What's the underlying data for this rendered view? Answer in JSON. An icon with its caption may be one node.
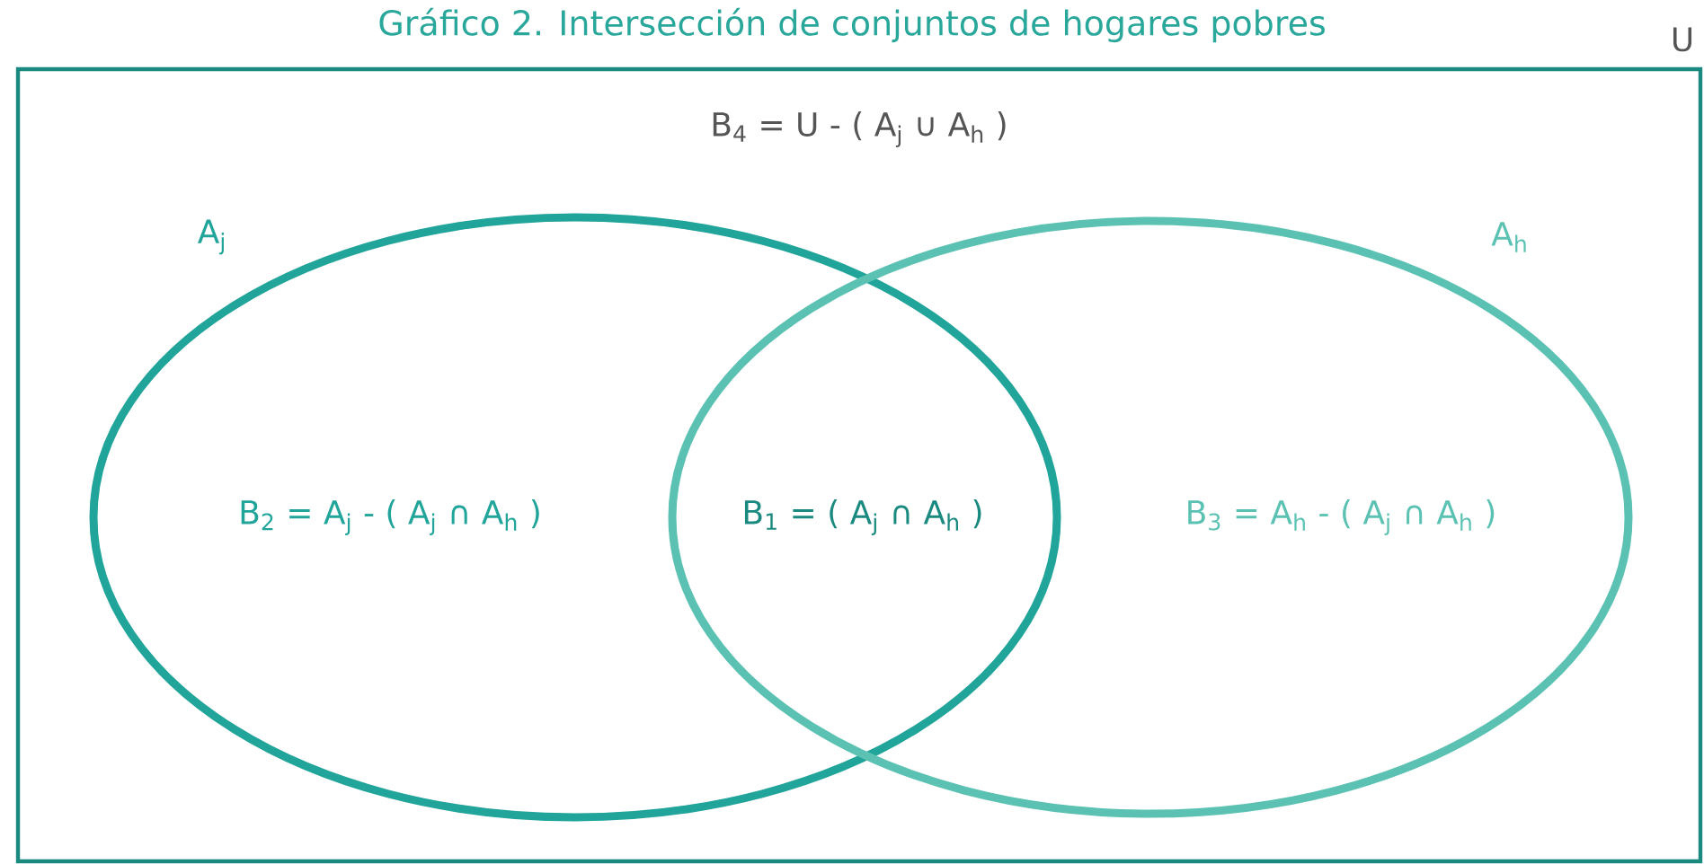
{
  "diagram": {
    "title": "Gráfico 2. Intersección de conjuntos de hogares pobres",
    "nodes": [
      {
        "text": [
          "U",
          "B$_{4}$ = U - ( A$_{j}$ ∪ A$_{h}$ )"
        ]
      },
      {
        "text": [
          "A$_{j}$",
          "B$_{2}$ = A$_{j}$ - ( A$_{j}$ ∩ A$_{h}$ )"
        ],
        "in": 0
      },
      {
        "text": [
          "A$_{h}$",
          "B$_{3}$ = A$_{h}$ - ( A$_{j}$ ∩ A$_{h}$ )"
        ],
        "in": 0
      }
    ],
    "labels": [
      "B$_{1}$ = ( A$_{j}$ ∩ A$_{h}$ )"
    ]
  }
}
